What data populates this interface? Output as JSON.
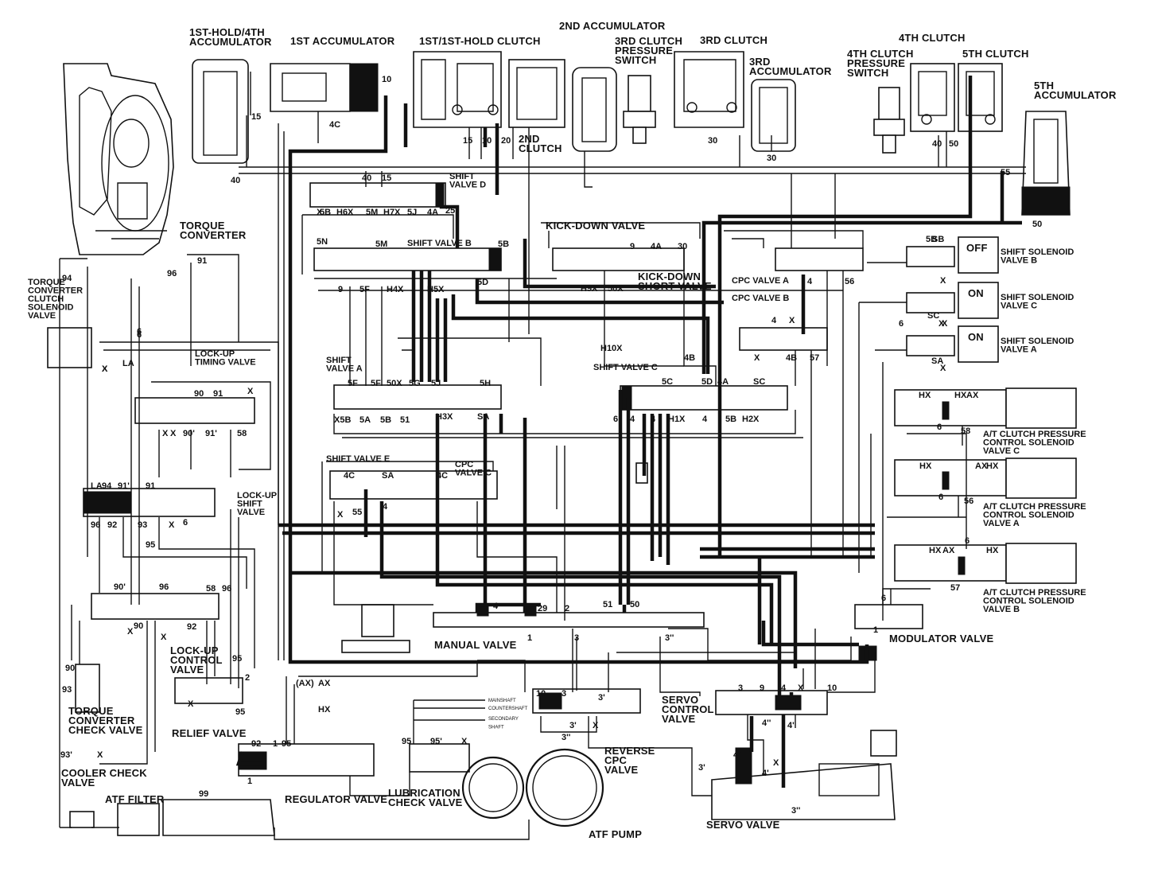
{
  "components": {
    "hold_accumulator": "1ST-HOLD/4TH\nACCUMULATOR",
    "first_accumulator": "1ST ACCUMULATOR",
    "first_clutch": "1ST/1ST-HOLD CLUTCH",
    "second_accumulator": "2ND ACCUMULATOR",
    "third_clutch_switch": "3RD CLUTCH\nPRESSURE\nSWITCH",
    "third_clutch": "3RD CLUTCH",
    "third_accumulator": "3RD\nACCUMULATOR",
    "fourth_clutch": "4TH CLUTCH",
    "fourth_clutch_switch": "4TH CLUTCH\nPRESSURE\nSWITCH",
    "fifth_clutch": "5TH CLUTCH",
    "fifth_accumulator": "5TH\nACCUMULATOR",
    "second_clutch": "2ND\nCLUTCH",
    "torque_converter": "TORQUE\nCONVERTER",
    "tcc_solenoid": "TORQUE\nCONVERTER\nCLUTCH\nSOLENOID\nVALVE",
    "lockup_timing_valve": "LOCK-UP\nTIMING VALVE",
    "lockup_shift_valve": "LOCK-UP\nSHIFT\nVALVE",
    "lockup_control_valve": "LOCK-UP\nCONTROL\nVALVE",
    "tc_check_valve": "TORQUE\nCONVERTER\nCHECK VALVE",
    "relief_valve": "RELIEF VALVE",
    "cooler_check_valve": "COOLER CHECK\nVALVE",
    "atf_filter": "ATF FILTER",
    "regulator_valve": "REGULATOR VALVE",
    "lubrication_check_valve": "LUBRICATION\nCHECK VALVE",
    "atf_pump": "ATF PUMP",
    "manual_valve": "MANUAL VALVE",
    "reverse_cpc_valve": "REVERSE\nCPC\nVALVE",
    "servo_control_valve": "SERVO\nCONTROL\nVALVE",
    "servo_valve": "SERVO VALVE",
    "modulator_valve": "MODULATOR VALVE",
    "shift_valve_d": "SHIFT\nVALVE D",
    "shift_valve_b": "SHIFT VALVE B",
    "shift_valve_a": "SHIFT\nVALVE A",
    "shift_valve_c": "SHIFT VALVE C",
    "shift_valve_e": "SHIFT VALVE E",
    "cpc_valve_c": "CPC\nVALVE C",
    "cpc_valve_a": "CPC VALVE A",
    "cpc_valve_b": "CPC VALVE B",
    "kickdown_valve": "KICK-DOWN VALVE",
    "kickdown_short_valve": "KICK-DOWN\nSHORT VALVE",
    "solenoid_b": "SHIFT SOLENOID\nVALVE B",
    "solenoid_c": "SHIFT SOLENOID\nVALVE C",
    "solenoid_a": "SHIFT SOLENOID\nVALVE A",
    "pc_solenoid_c": "A/T CLUTCH PRESSURE\nCONTROL SOLENOID\nVALVE C",
    "pc_solenoid_a": "A/T CLUTCH PRESSURE\nCONTROL SOLENOID\nVALVE A",
    "pc_solenoid_b": "A/T CLUTCH PRESSURE\nCONTROL SOLENOID\nVALVE B"
  },
  "solenoid_states": {
    "solenoid_b": "OFF",
    "solenoid_c": "ON",
    "solenoid_a": "ON"
  },
  "shaft_labels": [
    "MAINSHAFT",
    "COUNTERSHAFT",
    "SECONDARY\nSHAFT"
  ],
  "port_labels": [
    {
      "t": "15"
    },
    {
      "t": "40"
    },
    {
      "t": "4C"
    },
    {
      "t": "10"
    },
    {
      "t": "15"
    },
    {
      "t": "10"
    },
    {
      "t": "20"
    },
    {
      "t": "30"
    },
    {
      "t": "30"
    },
    {
      "t": "40"
    },
    {
      "t": "50"
    },
    {
      "t": "55"
    },
    {
      "t": "50"
    },
    {
      "t": "40"
    },
    {
      "t": "15"
    },
    {
      "t": "X"
    },
    {
      "t": "5B"
    },
    {
      "t": "H6X"
    },
    {
      "t": "5M"
    },
    {
      "t": "H7X"
    },
    {
      "t": "5J"
    },
    {
      "t": "4A"
    },
    {
      "t": "25"
    },
    {
      "t": "5N"
    },
    {
      "t": "5M"
    },
    {
      "t": "5B"
    },
    {
      "t": "9"
    },
    {
      "t": "5F"
    },
    {
      "t": "H4X"
    },
    {
      "t": "H5X"
    },
    {
      "t": "5D"
    },
    {
      "t": "9"
    },
    {
      "t": "4A"
    },
    {
      "t": "30"
    },
    {
      "t": "H9X"
    },
    {
      "t": "50X"
    },
    {
      "t": "H10X"
    },
    {
      "t": "5B"
    },
    {
      "t": "4"
    },
    {
      "t": "56"
    },
    {
      "t": "4"
    },
    {
      "t": "X"
    },
    {
      "t": "4B"
    },
    {
      "t": "57"
    },
    {
      "t": "X"
    },
    {
      "t": "6"
    },
    {
      "t": "X"
    },
    {
      "t": "X"
    },
    {
      "t": "5F"
    },
    {
      "t": "5F"
    },
    {
      "t": "50X"
    },
    {
      "t": "5G"
    },
    {
      "t": "5J"
    },
    {
      "t": "5H"
    },
    {
      "t": "X5B"
    },
    {
      "t": "5A"
    },
    {
      "t": "5B"
    },
    {
      "t": "51"
    },
    {
      "t": "H3X"
    },
    {
      "t": "SA"
    },
    {
      "t": "4B"
    },
    {
      "t": "5C"
    },
    {
      "t": "5D"
    },
    {
      "t": "4A"
    },
    {
      "t": "SC"
    },
    {
      "t": "6"
    },
    {
      "t": "4"
    },
    {
      "t": "4"
    },
    {
      "t": "H1X"
    },
    {
      "t": "4"
    },
    {
      "t": "5B"
    },
    {
      "t": "H2X"
    },
    {
      "t": "4C"
    },
    {
      "t": "SA"
    },
    {
      "t": "4C"
    },
    {
      "t": "X"
    },
    {
      "t": "55"
    },
    {
      "t": "4"
    },
    {
      "t": "94"
    },
    {
      "t": "96"
    },
    {
      "t": "91"
    },
    {
      "t": "6"
    },
    {
      "t": "X"
    },
    {
      "t": "LA"
    },
    {
      "t": "90"
    },
    {
      "t": "91"
    },
    {
      "t": "X"
    },
    {
      "t": "X"
    },
    {
      "t": "X"
    },
    {
      "t": "90'"
    },
    {
      "t": "91'"
    },
    {
      "t": "58"
    },
    {
      "t": "LA"
    },
    {
      "t": "94"
    },
    {
      "t": "91'"
    },
    {
      "t": "91"
    },
    {
      "t": "96"
    },
    {
      "t": "92"
    },
    {
      "t": "93"
    },
    {
      "t": "X"
    },
    {
      "t": "6"
    },
    {
      "t": "95"
    },
    {
      "t": "90'"
    },
    {
      "t": "96"
    },
    {
      "t": "58"
    },
    {
      "t": "96"
    },
    {
      "t": "X"
    },
    {
      "t": "90"
    },
    {
      "t": "X"
    },
    {
      "t": "92"
    },
    {
      "t": "90"
    },
    {
      "t": "93"
    },
    {
      "t": "95"
    },
    {
      "t": "2"
    },
    {
      "t": "X"
    },
    {
      "t": "95"
    },
    {
      "t": "93'"
    },
    {
      "t": "X"
    },
    {
      "t": "99"
    },
    {
      "t": "92"
    },
    {
      "t": "1"
    },
    {
      "t": "95"
    },
    {
      "t": "1"
    },
    {
      "t": "(AX)"
    },
    {
      "t": "AX"
    },
    {
      "t": "HX"
    },
    {
      "t": "95"
    },
    {
      "t": "95'"
    },
    {
      "t": "X"
    },
    {
      "t": "4"
    },
    {
      "t": "29"
    },
    {
      "t": "2"
    },
    {
      "t": "51"
    },
    {
      "t": "50"
    },
    {
      "t": "1"
    },
    {
      "t": "3"
    },
    {
      "t": "3''"
    },
    {
      "t": "10"
    },
    {
      "t": "3"
    },
    {
      "t": "3'"
    },
    {
      "t": "3''"
    },
    {
      "t": "X"
    },
    {
      "t": "3'"
    },
    {
      "t": "3"
    },
    {
      "t": "9"
    },
    {
      "t": "4"
    },
    {
      "t": "X"
    },
    {
      "t": "10"
    },
    {
      "t": "4''"
    },
    {
      "t": "4'"
    },
    {
      "t": "4'"
    },
    {
      "t": "X"
    },
    {
      "t": "4'"
    },
    {
      "t": "3'"
    },
    {
      "t": "3''"
    },
    {
      "t": "6"
    },
    {
      "t": "58"
    },
    {
      "t": "6"
    },
    {
      "t": "56"
    },
    {
      "t": "6"
    },
    {
      "t": "57"
    },
    {
      "t": "6"
    },
    {
      "t": "1"
    },
    {
      "t": "SB"
    },
    {
      "t": "X"
    },
    {
      "t": "6"
    },
    {
      "t": "SC"
    },
    {
      "t": "X"
    },
    {
      "t": "SA"
    },
    {
      "t": "X"
    },
    {
      "t": "HX"
    },
    {
      "t": "HX"
    },
    {
      "t": "AX"
    },
    {
      "t": "HX"
    },
    {
      "t": "HX"
    },
    {
      "t": "AX"
    },
    {
      "t": "HX"
    },
    {
      "t": "HX"
    },
    {
      "t": "AX"
    }
  ]
}
